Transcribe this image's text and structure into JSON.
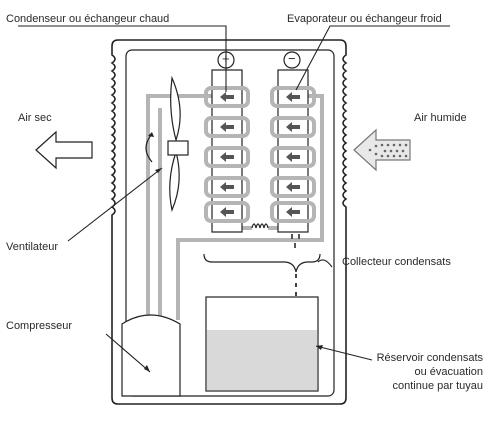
{
  "labels": {
    "condenser": "Condenseur ou échangeur chaud",
    "evaporator": "Evaporateur ou échangeur froid",
    "air_sec": "Air sec",
    "air_humide": "Air humide",
    "ventilateur": "Ventilateur",
    "collecteur": "Collecteur condensats",
    "compresseur": "Compresseur",
    "reservoir_line1": "Réservoir condensats",
    "reservoir_line2": "ou évacuation",
    "reservoir_line3": "continue par tuyau"
  },
  "symbols": {
    "plus": "+",
    "minus": "−"
  },
  "colors": {
    "outline": "#222222",
    "pipe": "#b5b5b5",
    "water": "#d9d9d9",
    "arrow_fill": "#ffffff"
  }
}
